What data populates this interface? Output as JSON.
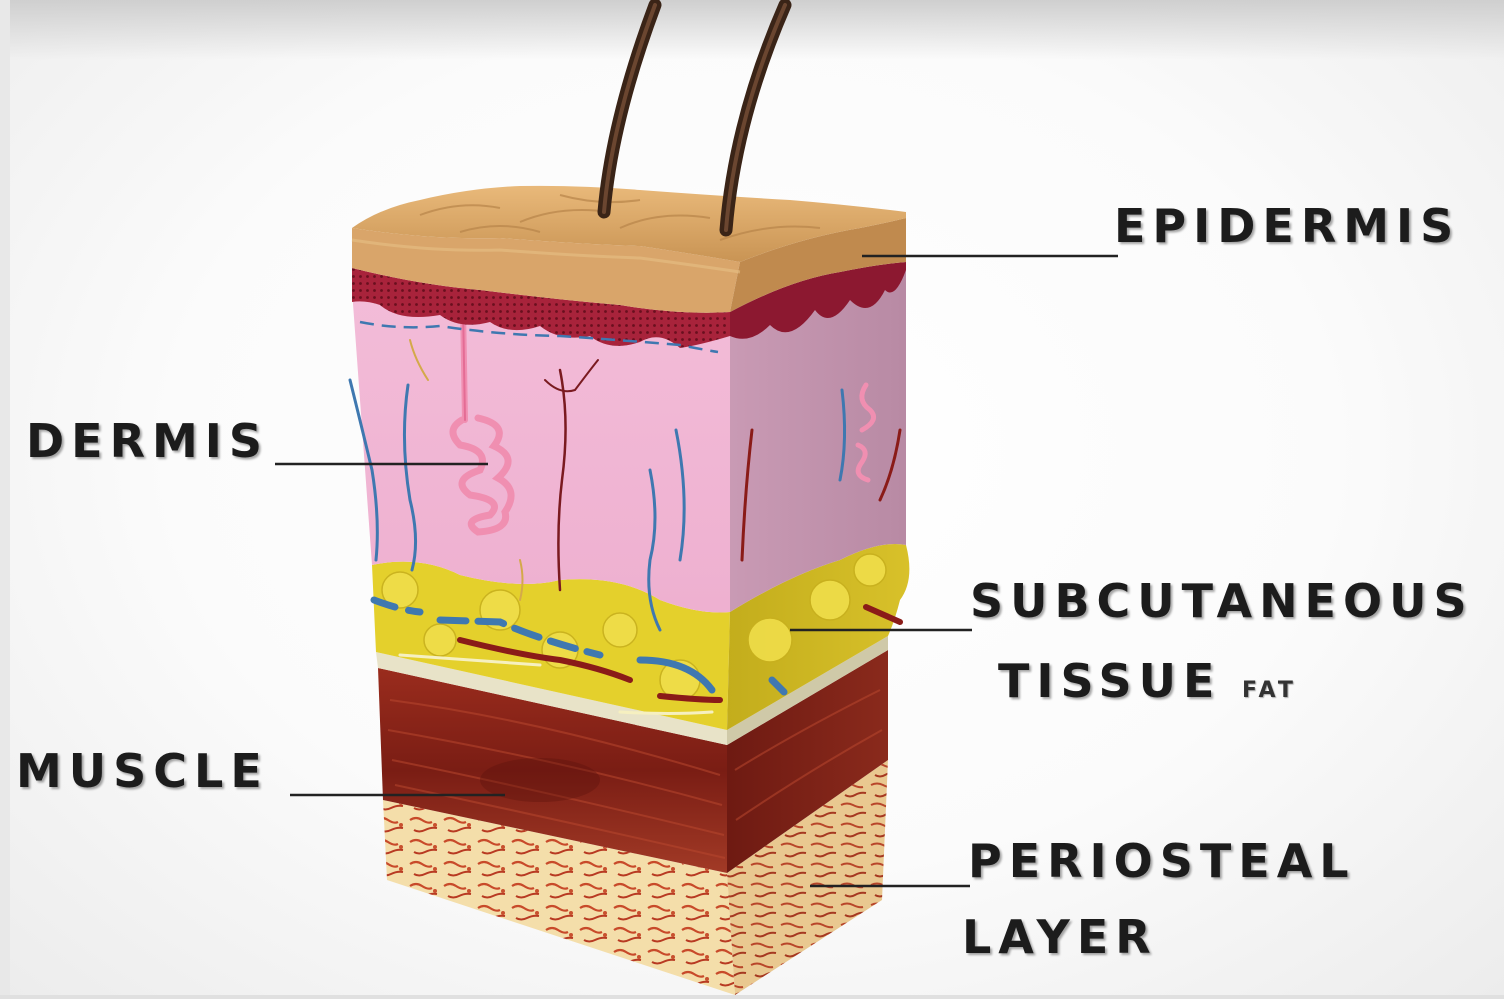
{
  "diagram": {
    "labels": {
      "epidermis": "EPIDERMIS",
      "dermis": "DERMIS",
      "subcutaneous_line1": "SUBCUTANEOUS",
      "subcutaneous_line2": "TISSUE",
      "fat_tag": "FAT",
      "muscle": "MUSCLE",
      "periosteal_line1": "PERIOSTEAL",
      "periosteal_line2": "LAYER"
    },
    "colors": {
      "epidermis": "#d9a86a",
      "dermis": "#f0b6d4",
      "subcutaneous_fat": "#e3cf2a",
      "muscle": "#8e2218",
      "periosteal": "#f3dfae",
      "hair": "#3a2417",
      "vessel_blue": "#3f78b0",
      "vessel_red": "#8a1b18",
      "gland_pink": "#f08fb1"
    }
  }
}
